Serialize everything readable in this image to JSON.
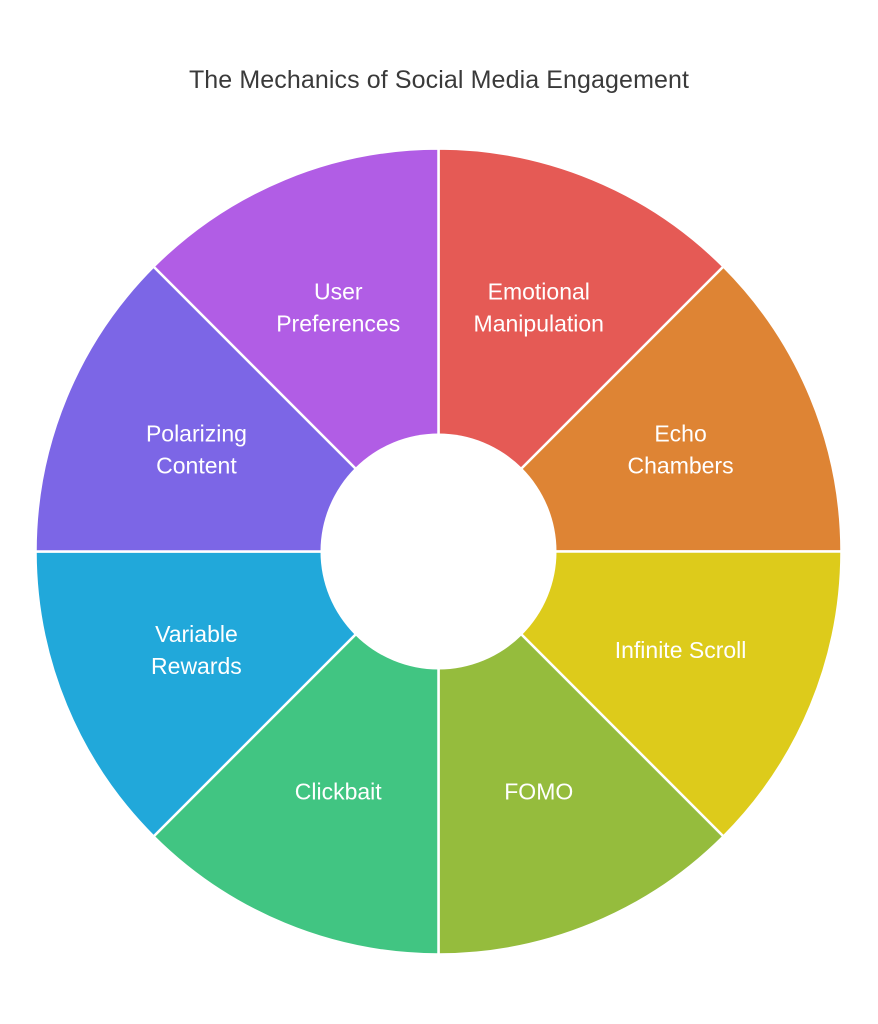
{
  "title": "The Mechanics of Social Media Engagement",
  "segments": [
    {
      "lines": [
        "Emotional",
        "Manipulation"
      ],
      "color": "#e55a55"
    },
    {
      "lines": [
        "Echo",
        "Chambers"
      ],
      "color": "#de8434"
    },
    {
      "lines": [
        "Infinite Scroll"
      ],
      "color": "#ddcb1b"
    },
    {
      "lines": [
        "FOMO"
      ],
      "color": "#95bc3d"
    },
    {
      "lines": [
        "Clickbait"
      ],
      "color": "#41c582"
    },
    {
      "lines": [
        "Variable",
        "Rewards"
      ],
      "color": "#21a8da"
    },
    {
      "lines": [
        "Polarizing",
        "Content"
      ],
      "color": "#7c66e6"
    },
    {
      "lines": [
        "User",
        "Preferences"
      ],
      "color": "#b15de5"
    }
  ]
}
